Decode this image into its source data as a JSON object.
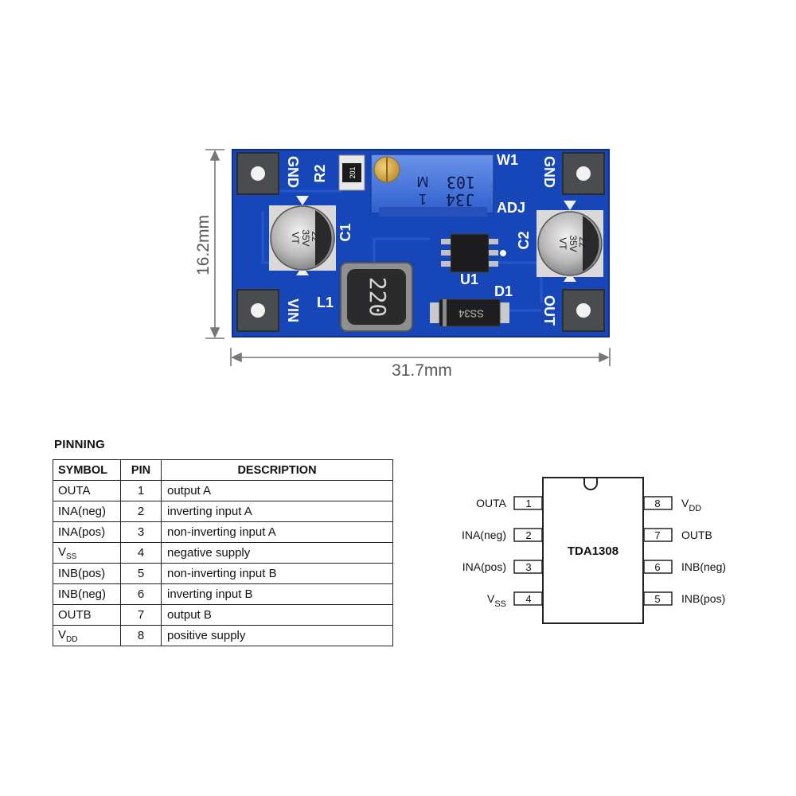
{
  "board": {
    "height_label": "16.2mm",
    "width_label": "31.7mm",
    "silkscreen": {
      "gnd_left": "GND",
      "gnd_right": "GND",
      "vin": "VIN",
      "out": "OUT",
      "r2": "R2",
      "resistor_code": "201",
      "w1": "W1",
      "adj": "ADJ",
      "c1": "C1",
      "c2": "C2",
      "l1": "L1",
      "u1": "U1",
      "d1": "D1"
    },
    "pot_top": "103",
    "pot_bottom": "J34",
    "pot_m": "M",
    "pot_1": "1",
    "cap_value": "22",
    "cap_voltage": "35V",
    "cap_series": "VT",
    "inductor_code": "220",
    "diode_code": "SS34"
  },
  "pinning": {
    "title": "PINNING",
    "headers": {
      "symbol": "SYMBOL",
      "pin": "PIN",
      "description": "DESCRIPTION"
    },
    "rows": [
      {
        "symbol": "OUTA",
        "sub": "",
        "pin": "1",
        "description": "output A"
      },
      {
        "symbol": "INA(neg)",
        "sub": "",
        "pin": "2",
        "description": "inverting input A"
      },
      {
        "symbol": "INA(pos)",
        "sub": "",
        "pin": "3",
        "description": "non-inverting input A"
      },
      {
        "symbol": "V",
        "sub": "SS",
        "pin": "4",
        "description": "negative supply"
      },
      {
        "symbol": "INB(pos)",
        "sub": "",
        "pin": "5",
        "description": "non-inverting input B"
      },
      {
        "symbol": "INB(neg)",
        "sub": "",
        "pin": "6",
        "description": "inverting input B"
      },
      {
        "symbol": "OUTB",
        "sub": "",
        "pin": "7",
        "description": "output B"
      },
      {
        "symbol": "V",
        "sub": "DD",
        "pin": "8",
        "description": "positive supply"
      }
    ]
  },
  "ic": {
    "name": "TDA1308",
    "left_pins": [
      {
        "num": "1",
        "label": "OUTA",
        "sub": ""
      },
      {
        "num": "2",
        "label": "INA(neg)",
        "sub": ""
      },
      {
        "num": "3",
        "label": "INA(pos)",
        "sub": ""
      },
      {
        "num": "4",
        "label": "V",
        "sub": "SS"
      }
    ],
    "right_pins": [
      {
        "num": "8",
        "label": "V",
        "sub": "DD"
      },
      {
        "num": "7",
        "label": "OUTB",
        "sub": ""
      },
      {
        "num": "6",
        "label": "INB(neg)",
        "sub": ""
      },
      {
        "num": "5",
        "label": "INB(pos)",
        "sub": ""
      }
    ]
  },
  "colors": {
    "pcb": "#1646b8",
    "pcb_dark": "#0e2f86",
    "pad": "#4a4c50",
    "pot": "#3f6fd6",
    "cap": "#3a3a3c",
    "silk": "#ffffff"
  }
}
